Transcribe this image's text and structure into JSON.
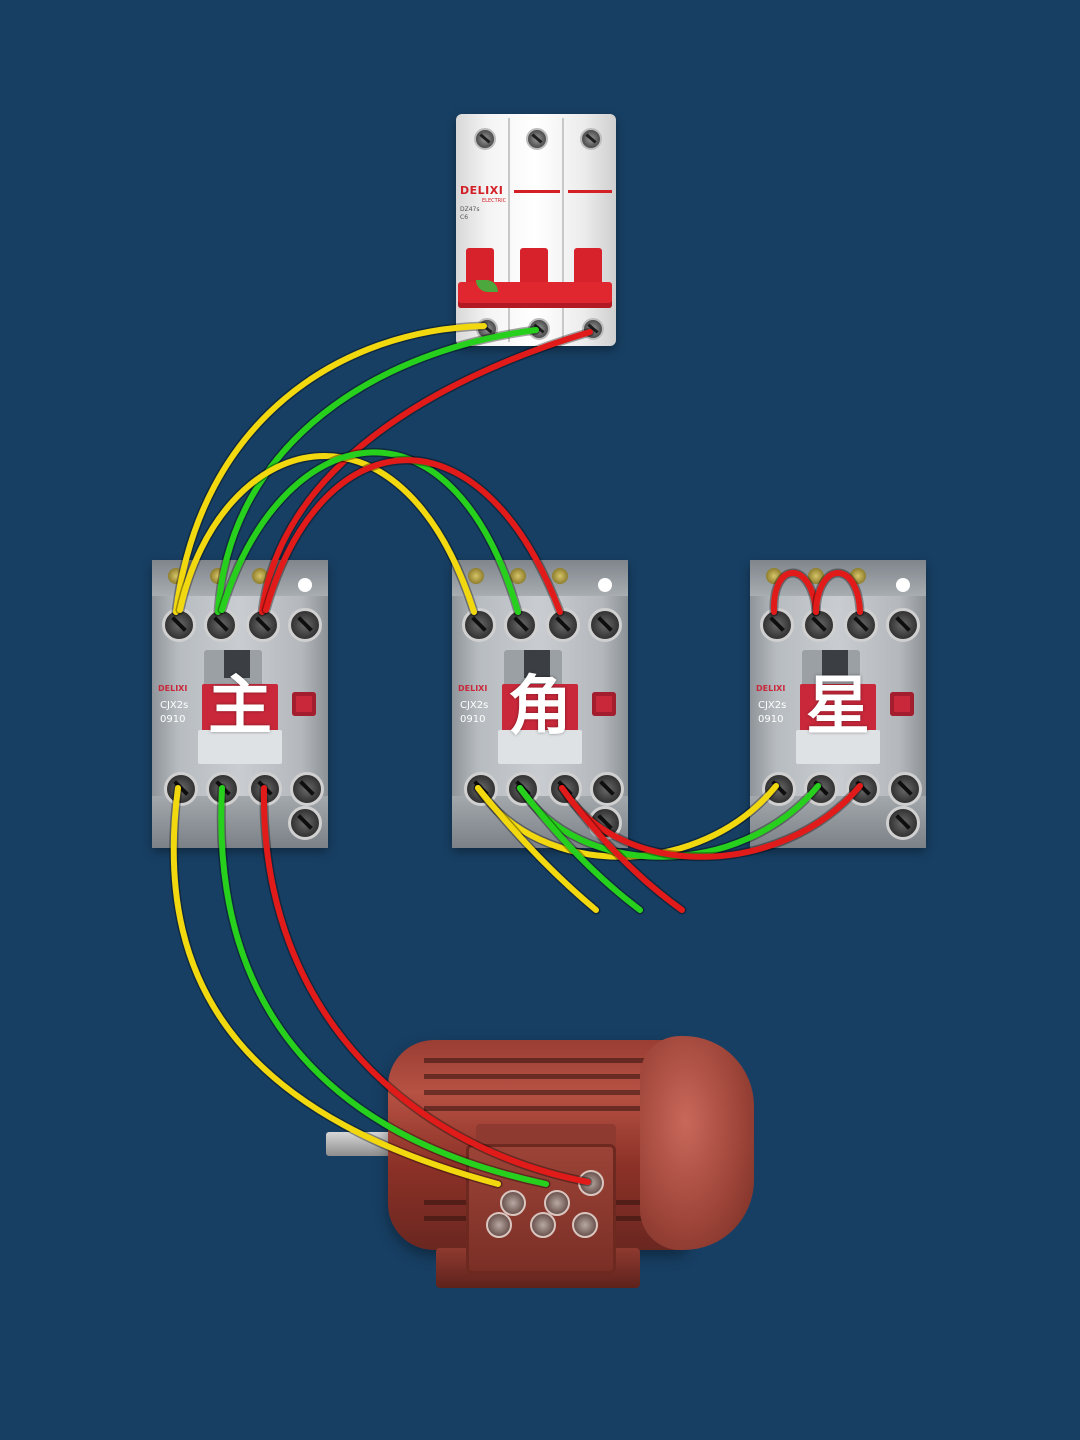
{
  "breaker": {
    "brand": "DELIXI",
    "brand_sub": "ELECTRIC",
    "model": "DZ47s",
    "rating": "C6",
    "color": "#e0262f"
  },
  "contactors": [
    {
      "id": "main",
      "name": "主",
      "brand": "DELIXI",
      "model": "CJX2s",
      "code": "0910"
    },
    {
      "id": "delta",
      "name": "角",
      "brand": "DELIXI",
      "model": "CJX2s",
      "code": "0910"
    },
    {
      "id": "star",
      "name": "星",
      "brand": "DELIXI",
      "model": "CJX2s",
      "code": "0910"
    }
  ],
  "wire_colors": {
    "L1": "#f2d80f",
    "L2": "#27d01d",
    "L3": "#e11a1a"
  },
  "background": "#173f63",
  "motor": {
    "body_color": "#9a3d33"
  }
}
